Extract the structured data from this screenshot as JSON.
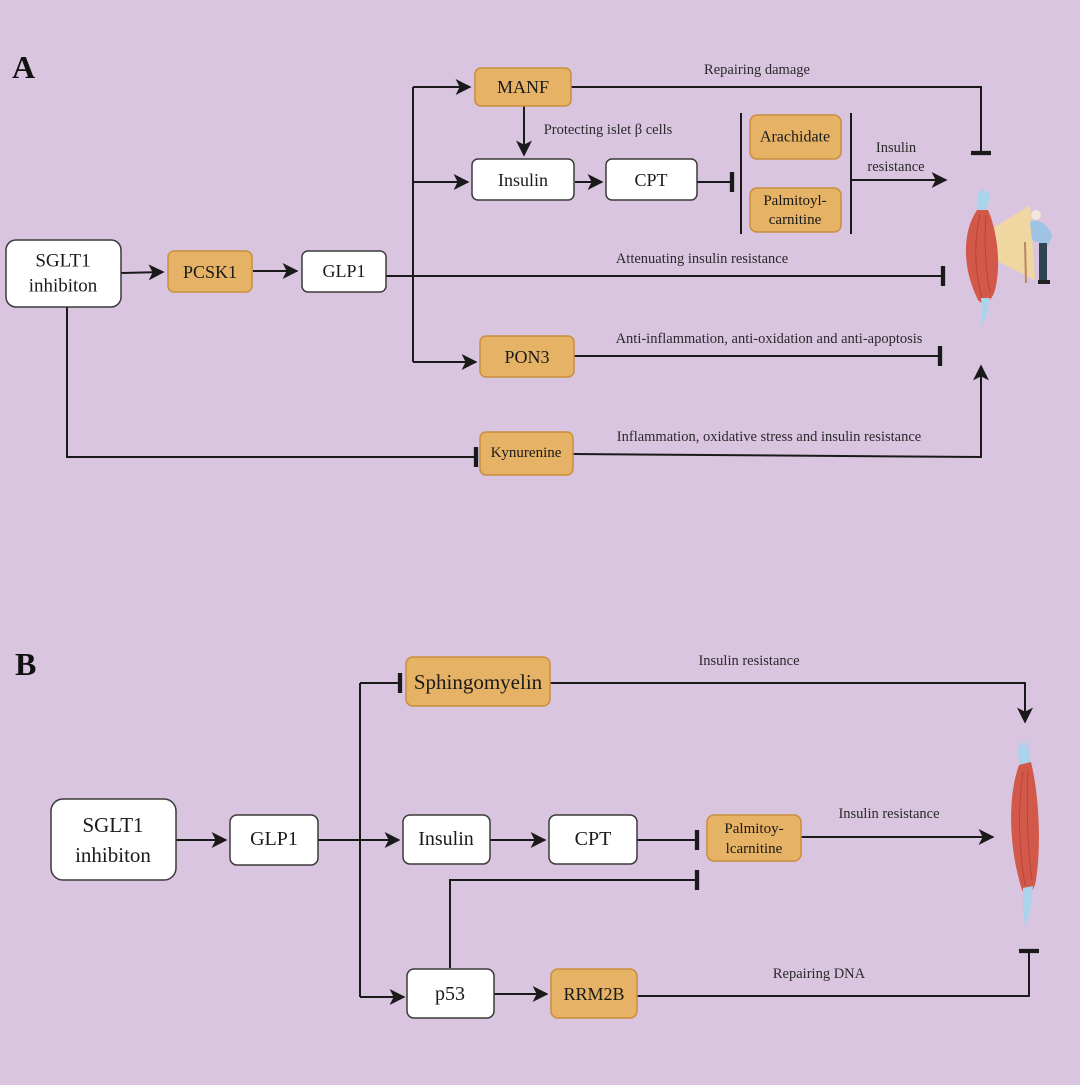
{
  "panels": {
    "A": {
      "label": "A",
      "nodes": {
        "sglt1": [
          "SGLT1",
          "inhibiton"
        ],
        "pcsk1": "PCSK1",
        "glp1": "GLP1",
        "manf": "MANF",
        "insulin": "Insulin",
        "cpt": "CPT",
        "arachidate": "Arachidate",
        "palmitoylcarnitine": [
          "Palmitoyl-",
          "carnitine"
        ],
        "pon3": "PON3",
        "kynurenine": "Kynurenine"
      },
      "edge_labels": {
        "repairing_damage": "Repairing damage",
        "protecting_islet": "Protecting islet β cells",
        "insulin_resistance": [
          "Insulin",
          "resistance"
        ],
        "attenuating": "Attenuating insulin resistance",
        "anti_inflammation": "Anti-inflammation, anti-oxidation and anti-apoptosis",
        "inflammation": "Inflammation, oxidative stress and insulin resistance"
      },
      "illustration": "muscle-with-elderly-person"
    },
    "B": {
      "label": "B",
      "nodes": {
        "sglt1": [
          "SGLT1",
          "inhibiton"
        ],
        "glp1": "GLP1",
        "sphingomyelin": "Sphingomyelin",
        "insulin": "Insulin",
        "cpt": "CPT",
        "palmitoylcarnitine": [
          "Palmitoy-",
          "lcarnitine"
        ],
        "p53": "p53",
        "rrm2b": "RRM2B"
      },
      "edge_labels": {
        "insulin_resistance_top": "Insulin resistance",
        "insulin_resistance_mid": "Insulin resistance",
        "repairing_dna": "Repairing DNA"
      },
      "illustration": "muscle"
    }
  },
  "colors": {
    "background": "#d9c5df",
    "highlight_box": "#e6b265",
    "plain_box": "#ffffff",
    "muscle": "#d2584a",
    "tendon": "#a9d4ec"
  }
}
